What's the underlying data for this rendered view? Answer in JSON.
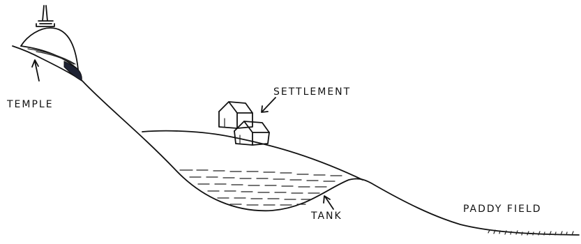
{
  "labels": {
    "temple": "TEMPLE",
    "settlement": "SETTLEMENT",
    "tank": "TANK",
    "paddy_field": "PADDY FIELD"
  },
  "colors": {
    "ink": "#111111",
    "shadow": "#1e2233",
    "background": "#ffffff"
  }
}
